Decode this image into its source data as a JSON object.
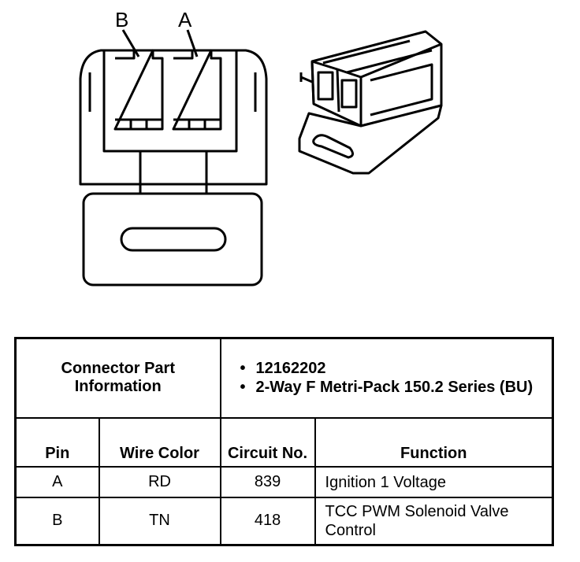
{
  "diagram": {
    "pin_labels": [
      "B",
      "A"
    ]
  },
  "table": {
    "part_info_label": "Connector Part Information",
    "part_info_items": [
      "12162202",
      "2-Way F Metri-Pack 150.2 Series (BU)"
    ],
    "headers": {
      "pin": "Pin",
      "wire_color": "Wire Color",
      "circuit_no": "Circuit No.",
      "function": "Function"
    },
    "rows": [
      {
        "pin": "A",
        "wire_color": "RD",
        "circuit": "839",
        "function": "Ignition 1 Voltage"
      },
      {
        "pin": "B",
        "wire_color": "TN",
        "circuit": "418",
        "function": "TCC PWM Solenoid Valve Control"
      }
    ]
  }
}
